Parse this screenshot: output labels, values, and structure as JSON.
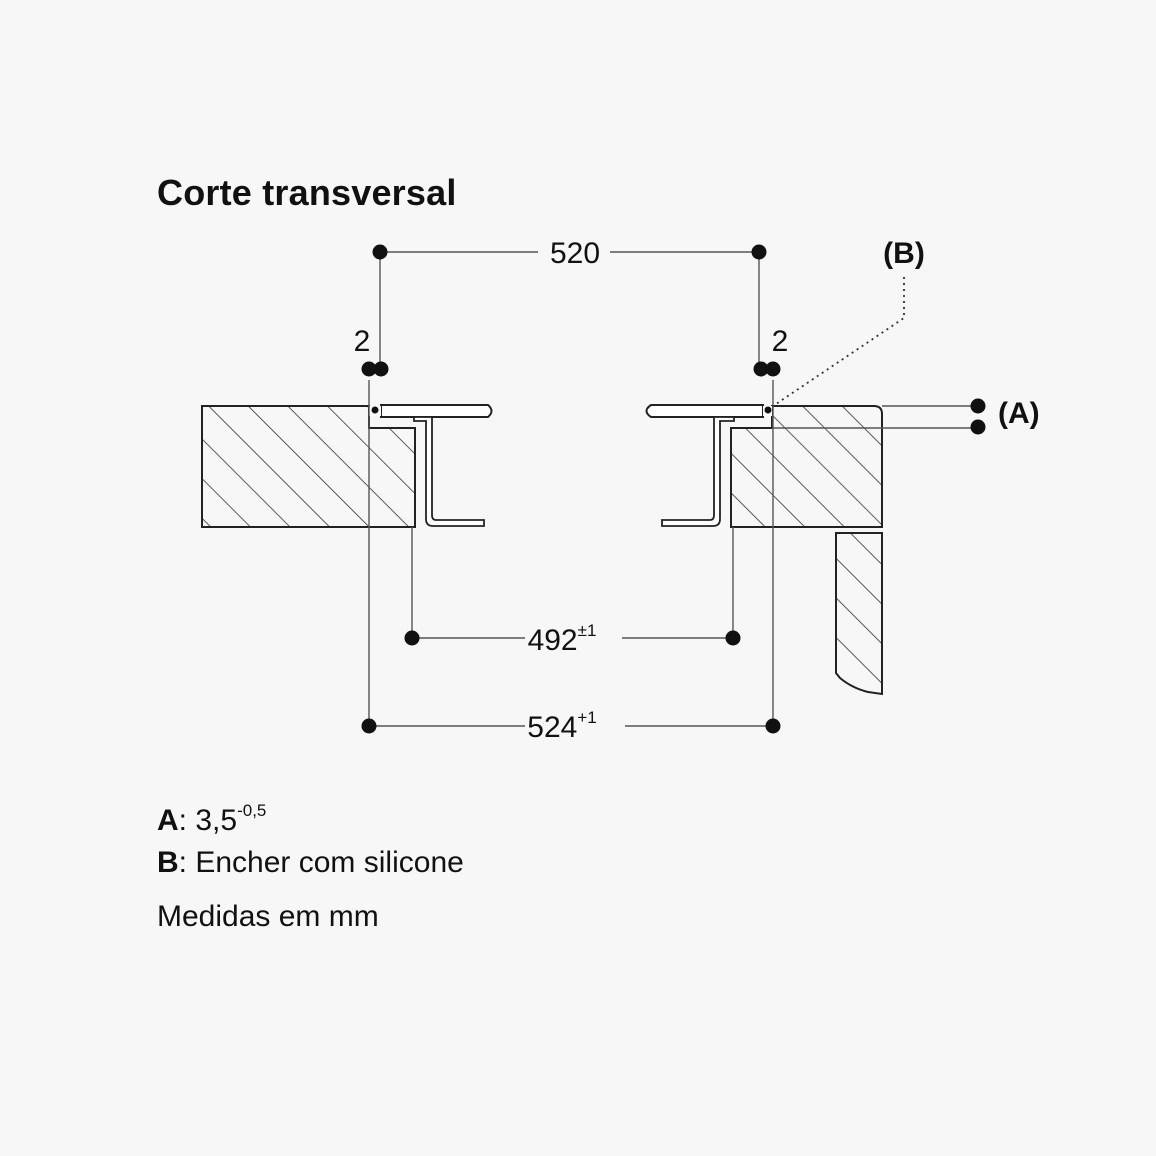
{
  "title": "Corte transversal",
  "dimensions": {
    "top_width": "520",
    "gap_left": "2",
    "gap_right": "2",
    "inner_width": "492",
    "inner_width_tolerance": "±1",
    "outer_width": "524",
    "outer_width_tolerance": "+1",
    "label_a": "(A)",
    "label_b": "(B)"
  },
  "legend": {
    "a_key": "A",
    "a_sep": ":",
    "a_value": "3,5",
    "a_tolerance": "-0,5",
    "b_key": "B",
    "b_sep": ":",
    "b_text": "Encher com silicone"
  },
  "note": "Medidas em mm",
  "colors": {
    "background": "#f7f7f7",
    "ink": "#111111",
    "line": "#333333"
  }
}
